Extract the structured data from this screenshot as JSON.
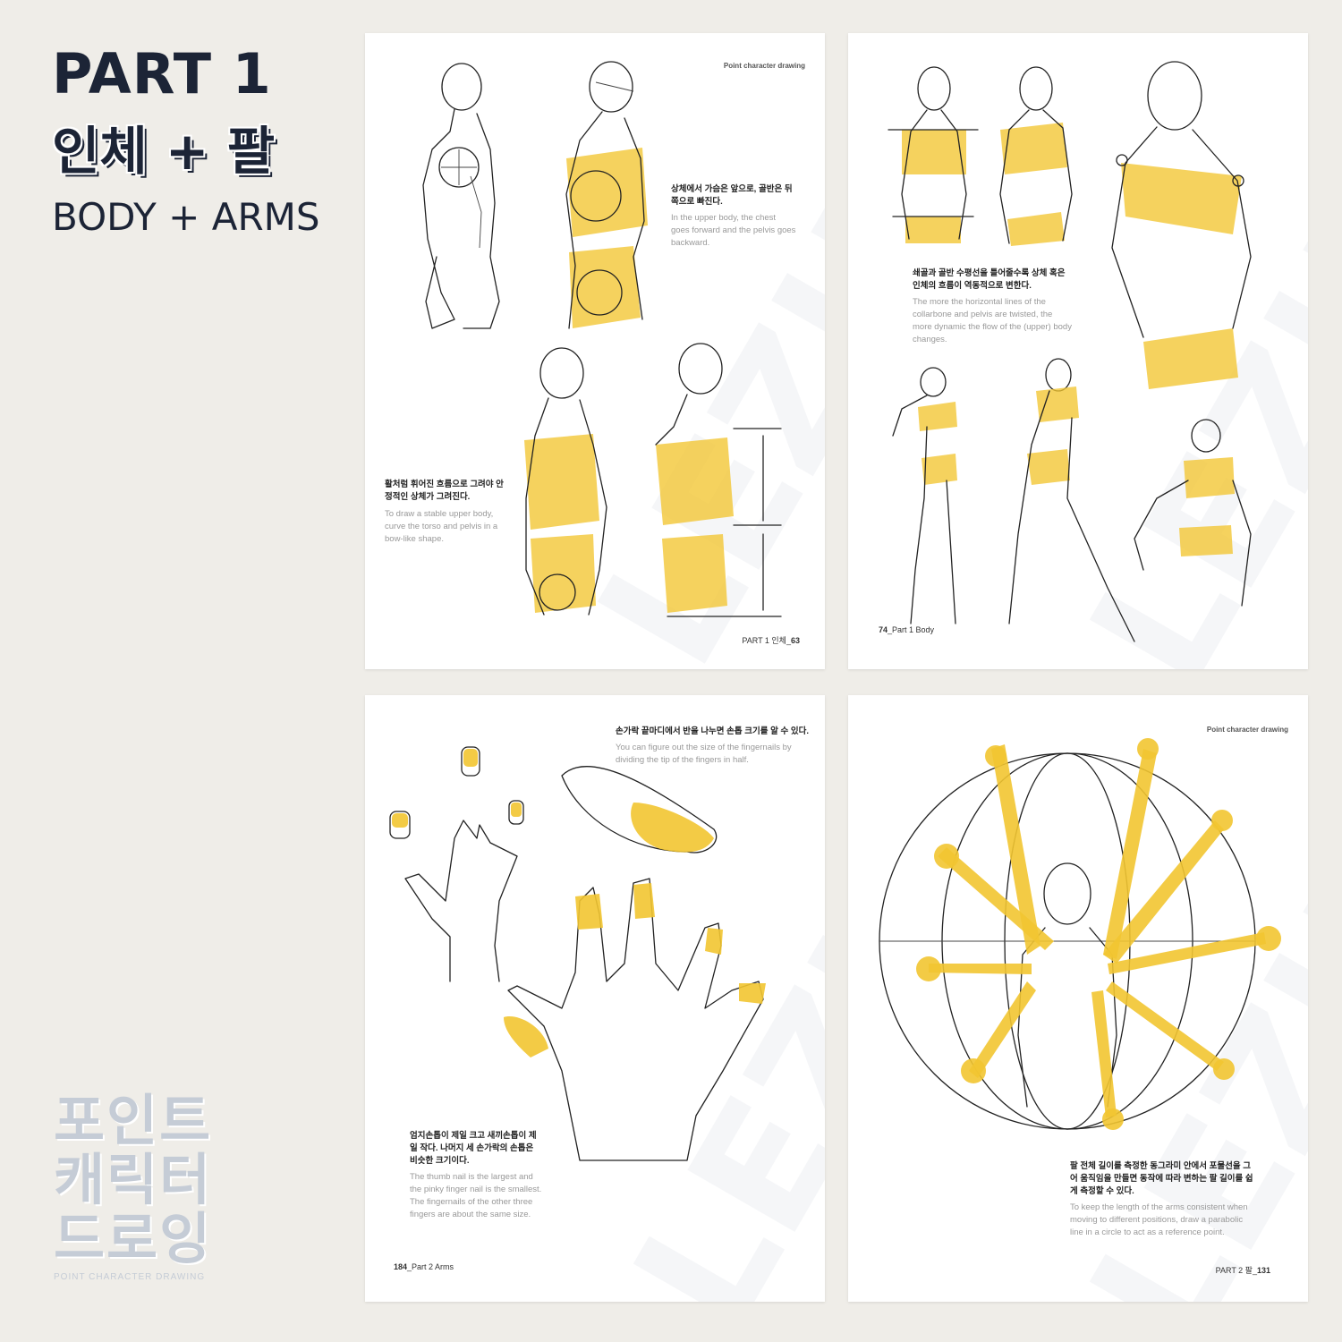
{
  "title": {
    "part": "PART 1",
    "korean": "인체 + 팔",
    "english": "BODY + ARMS"
  },
  "logo": {
    "line1": "포인트",
    "line2": "캐릭터",
    "line3": "드로잉",
    "subtitle": "POINT CHARACTER DRAWING"
  },
  "watermark": "LEZHIN",
  "pages": {
    "p1": {
      "header": "Point character drawing",
      "caption1_ko": "상체에서 가슴은 앞으로, 골반은 뒤쪽으로 빠진다.",
      "caption1_en": "In the upper body, the chest goes forward and the pelvis goes backward.",
      "caption2_ko": "활처럼 휘어진 흐름으로 그려야 안정적인 상체가 그려진다.",
      "caption2_en": "To draw a stable upper body, curve the torso and pelvis in a bow-like shape.",
      "folio_text": "PART 1 인체_",
      "folio_num": "63"
    },
    "p2": {
      "caption_ko": "쇄골과 골반 수평선을 틀어줄수록 상체 혹은 인체의 흐름이 역동적으로 변한다.",
      "caption_en": "The more the horizontal lines of the collarbone and pelvis are twisted, the more dynamic the flow of the (upper) body changes.",
      "folio_num": "74",
      "folio_text": "_Part 1 Body"
    },
    "p3": {
      "caption1_ko": "손가락 끝마디에서 반을 나누면 손톱 크기를 알 수 있다.",
      "caption1_en": "You can figure out the size of the fingernails by dividing the tip of the fingers in half.",
      "caption2_ko": "엄지손톱이 제일 크고 새끼손톱이 제일 작다. 나머지 세 손가락의 손톱은 비슷한 크기이다.",
      "caption2_en": "The thumb nail is the largest and the pinky finger nail is the smallest. The fingernails of the other three fingers are about the same size.",
      "folio_num": "184",
      "folio_text": "_Part 2 Arms"
    },
    "p4": {
      "header": "Point character drawing",
      "caption_ko": "팔 전체 길이를 측정한 동그라미 안에서 포물선을 그어 움직임을 만들면 동작에 따라 변하는 팔 길이를 쉽게 측정할 수 있다.",
      "caption_en": "To keep the length of the arms consistent when moving to different positions, draw a parabolic line in a circle to act as a reference point.",
      "folio_text": "PART 2 팔_",
      "folio_num": "131"
    }
  }
}
